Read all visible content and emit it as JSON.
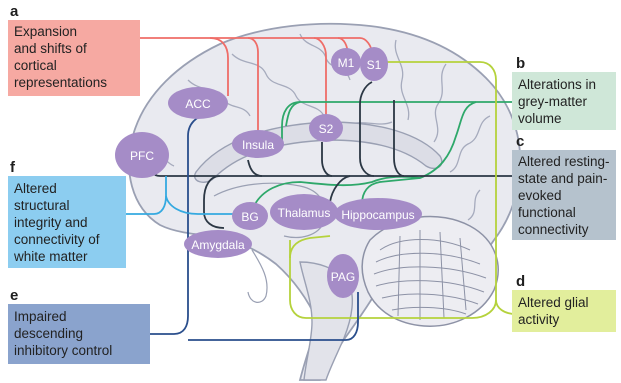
{
  "panels": {
    "a": {
      "letter": "a",
      "lines": [
        "Expansion",
        "and shifts of",
        "cortical",
        "representations"
      ],
      "color": "#f6a9a2",
      "line_color": "#ef6d68"
    },
    "b": {
      "letter": "b",
      "lines": [
        "Alterations in",
        "grey-matter",
        "volume"
      ],
      "color": "#cfe7d8",
      "line_color": "#2ea86a"
    },
    "c": {
      "letter": "c",
      "lines": [
        "Altered resting-",
        "state and pain-",
        "evoked",
        "functional",
        "connectivity"
      ],
      "color": "#b5c2cd",
      "line_color": "#2b3744"
    },
    "d": {
      "letter": "d",
      "lines": [
        "Altered glial",
        "activity"
      ],
      "color": "#e2ee9c",
      "line_color": "#b5d23c"
    },
    "e": {
      "letter": "e",
      "lines": [
        "Impaired",
        "descending",
        "inhibitory control"
      ],
      "color": "#8aa3cd",
      "line_color": "#2a4e8c"
    },
    "f": {
      "letter": "f",
      "lines": [
        "Altered",
        "structural",
        "integrity and",
        "connectivity of",
        "white matter"
      ],
      "color": "#8ccdf0",
      "line_color": "#34a9e0"
    }
  },
  "regions": {
    "acc": "ACC",
    "m1": "M1",
    "s1": "S1",
    "insula": "Insula",
    "s2": "S2",
    "pfc": "PFC",
    "bg": "BG",
    "thalamus": "Thalamus",
    "hippocampus": "Hippocampus",
    "amygdala": "Amygdala",
    "pag": "PAG"
  },
  "colors": {
    "region_fill": "#a58cc7",
    "brain_fill": "#e9eaf0",
    "brain_stroke": "#9aa0b3"
  }
}
